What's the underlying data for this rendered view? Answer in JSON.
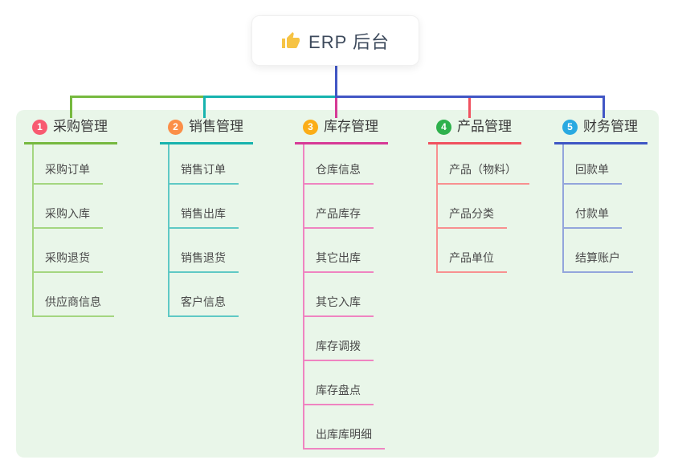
{
  "root": {
    "label": "ERP 后台",
    "icon": "thumbs-up-icon",
    "icon_color": "#f6c344"
  },
  "palette": {
    "panel_background": "#e9f6e9",
    "root_connector": "#4156c5",
    "text_dark": "#3a3a3a",
    "text_child": "#4a4a4a"
  },
  "branches": [
    {
      "index": "1",
      "label": "采购管理",
      "badge_color": "#f85a70",
      "line_color": "#76b93f",
      "child_line_color": "#a4d680",
      "children": [
        {
          "label": "采购订单"
        },
        {
          "label": "采购入库"
        },
        {
          "label": "采购退货"
        },
        {
          "label": "供应商信息"
        }
      ]
    },
    {
      "index": "2",
      "label": "销售管理",
      "badge_color": "#fb8f48",
      "line_color": "#17b3ae",
      "child_line_color": "#5fc9c5",
      "children": [
        {
          "label": "销售订单"
        },
        {
          "label": "销售出库"
        },
        {
          "label": "销售退货"
        },
        {
          "label": "客户信息"
        }
      ]
    },
    {
      "index": "3",
      "label": "库存管理",
      "badge_color": "#fbad17",
      "line_color": "#d63a96",
      "child_line_color": "#ef84c1",
      "children": [
        {
          "label": "仓库信息"
        },
        {
          "label": "产品库存"
        },
        {
          "label": "其它出库"
        },
        {
          "label": "其它入库"
        },
        {
          "label": "库存调拨"
        },
        {
          "label": "库存盘点"
        },
        {
          "label": "出库库明细"
        }
      ]
    },
    {
      "index": "4",
      "label": "产品管理",
      "badge_color": "#2eb14c",
      "line_color": "#f0515f",
      "child_line_color": "#f89090",
      "children": [
        {
          "label": "产品（物料）"
        },
        {
          "label": "产品分类"
        },
        {
          "label": "产品单位"
        }
      ]
    },
    {
      "index": "5",
      "label": "财务管理",
      "badge_color": "#29a9e1",
      "line_color": "#3e56c4",
      "child_line_color": "#93a5dc",
      "children": [
        {
          "label": "回款单"
        },
        {
          "label": "付款单"
        },
        {
          "label": "结算账户"
        }
      ]
    }
  ]
}
